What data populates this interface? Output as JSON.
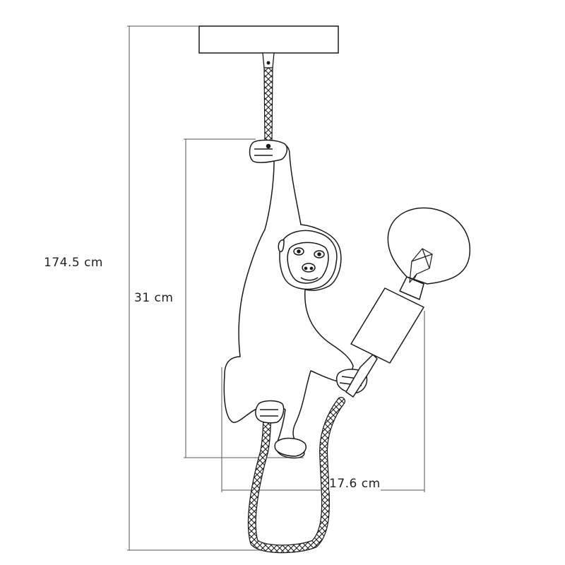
{
  "diagram": {
    "dimensions": {
      "total_height": "174.5 cm",
      "lamp_height": "31 cm",
      "lamp_width": "17.6 cm"
    },
    "colors": {
      "line": "#1a1a1a",
      "dimension_line": "#555555",
      "background": "#ffffff"
    }
  }
}
